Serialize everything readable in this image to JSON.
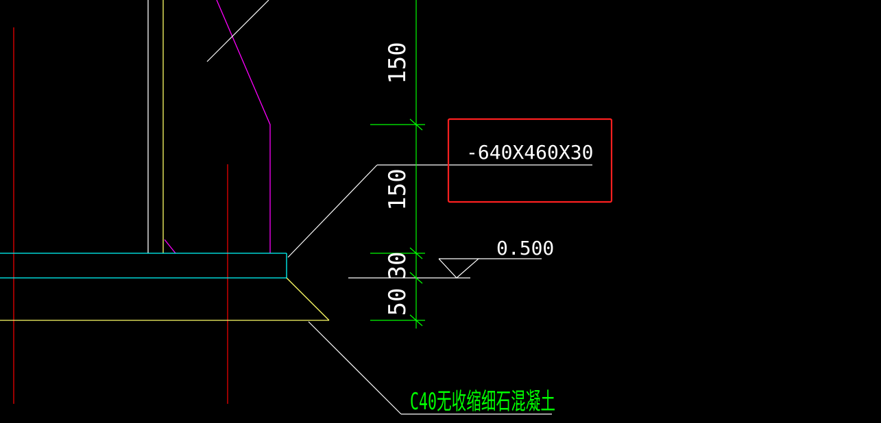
{
  "colors": {
    "background": "#000000",
    "red": "#ff0000",
    "white": "#ffffff",
    "yellow": "#ffff66",
    "magenta": "#ff00ff",
    "cyan": "#00ffff",
    "green": "#00ff00",
    "highlight": "#ff2020"
  },
  "dimensions": {
    "dim_150_top": "150",
    "dim_150_mid": "150",
    "dim_30": "30",
    "dim_50": "50"
  },
  "labels": {
    "plate_spec": "-640X460X30",
    "elevation": "0.500",
    "grout_note": "C40无收缩细石混凝土"
  }
}
